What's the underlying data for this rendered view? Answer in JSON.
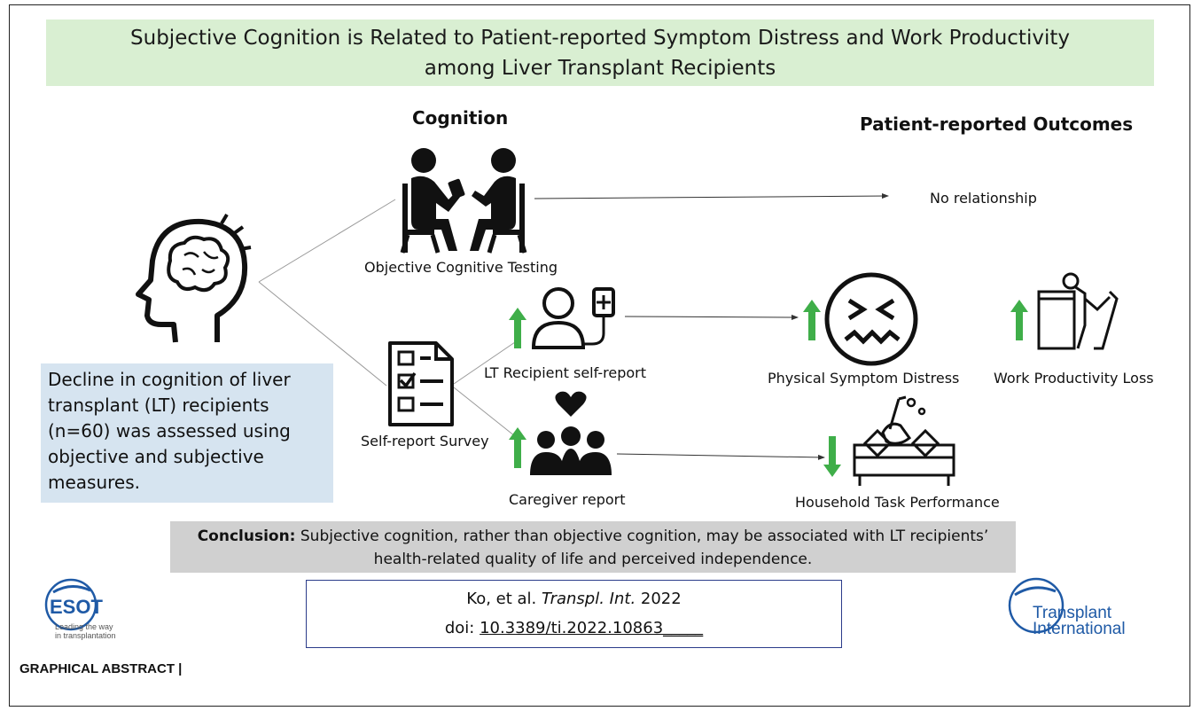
{
  "title": {
    "line1": "Subjective Cognition is Related to Patient-reported Symptom Distress and Work Productivity",
    "line2": "among Liver Transplant Recipients"
  },
  "headers": {
    "cognition": "Cognition",
    "outcomes": "Patient-reported Outcomes"
  },
  "labels": {
    "objective_testing": "Objective Cognitive Testing",
    "no_relationship": "No relationship",
    "self_report_survey": "Self-report Survey",
    "lt_self_report": "LT Recipient self-report",
    "caregiver_report": "Caregiver report",
    "physical_distress": "Physical Symptom Distress",
    "work_loss": "Work Productivity Loss",
    "household_task": "Household Task Performance"
  },
  "decline_text": "Decline in cognition of liver transplant (LT) recipients (n=60) was assessed using objective and subjective measures.",
  "conclusion": {
    "bold": "Conclusion:",
    "text": " Subjective cognition, rather than objective cognition, may be associated with LT recipients’ health-related quality of life and perceived independence."
  },
  "citation": {
    "authors": "Ko, et al. ",
    "journal": "Transpl. Int.",
    "year": " 2022",
    "doi_label": "doi: ",
    "doi": "10.3389/ti.2022.10863_____"
  },
  "logos": {
    "esot_name": "ESOT",
    "esot_tagline1": "Leading the way",
    "esot_tagline2": "in transplantation",
    "ti_line1": "Transplant",
    "ti_line2": "International"
  },
  "footer": "GRAPHICAL ABSTRACT |",
  "colors": {
    "title_bg": "#d9efd2",
    "decline_bg": "#d6e4f0",
    "conclusion_bg": "#d0d0d0",
    "arrow_green": "#3fae49",
    "citation_border": "#2b3c8a",
    "logo_blue": "#1f5aa6"
  },
  "icons": [
    "head-brain-icon",
    "interview-people-icon",
    "checklist-icon",
    "patient-iv-icon",
    "family-heart-icon",
    "dizzy-face-icon",
    "desk-worker-icon",
    "household-cleaning-icon"
  ]
}
